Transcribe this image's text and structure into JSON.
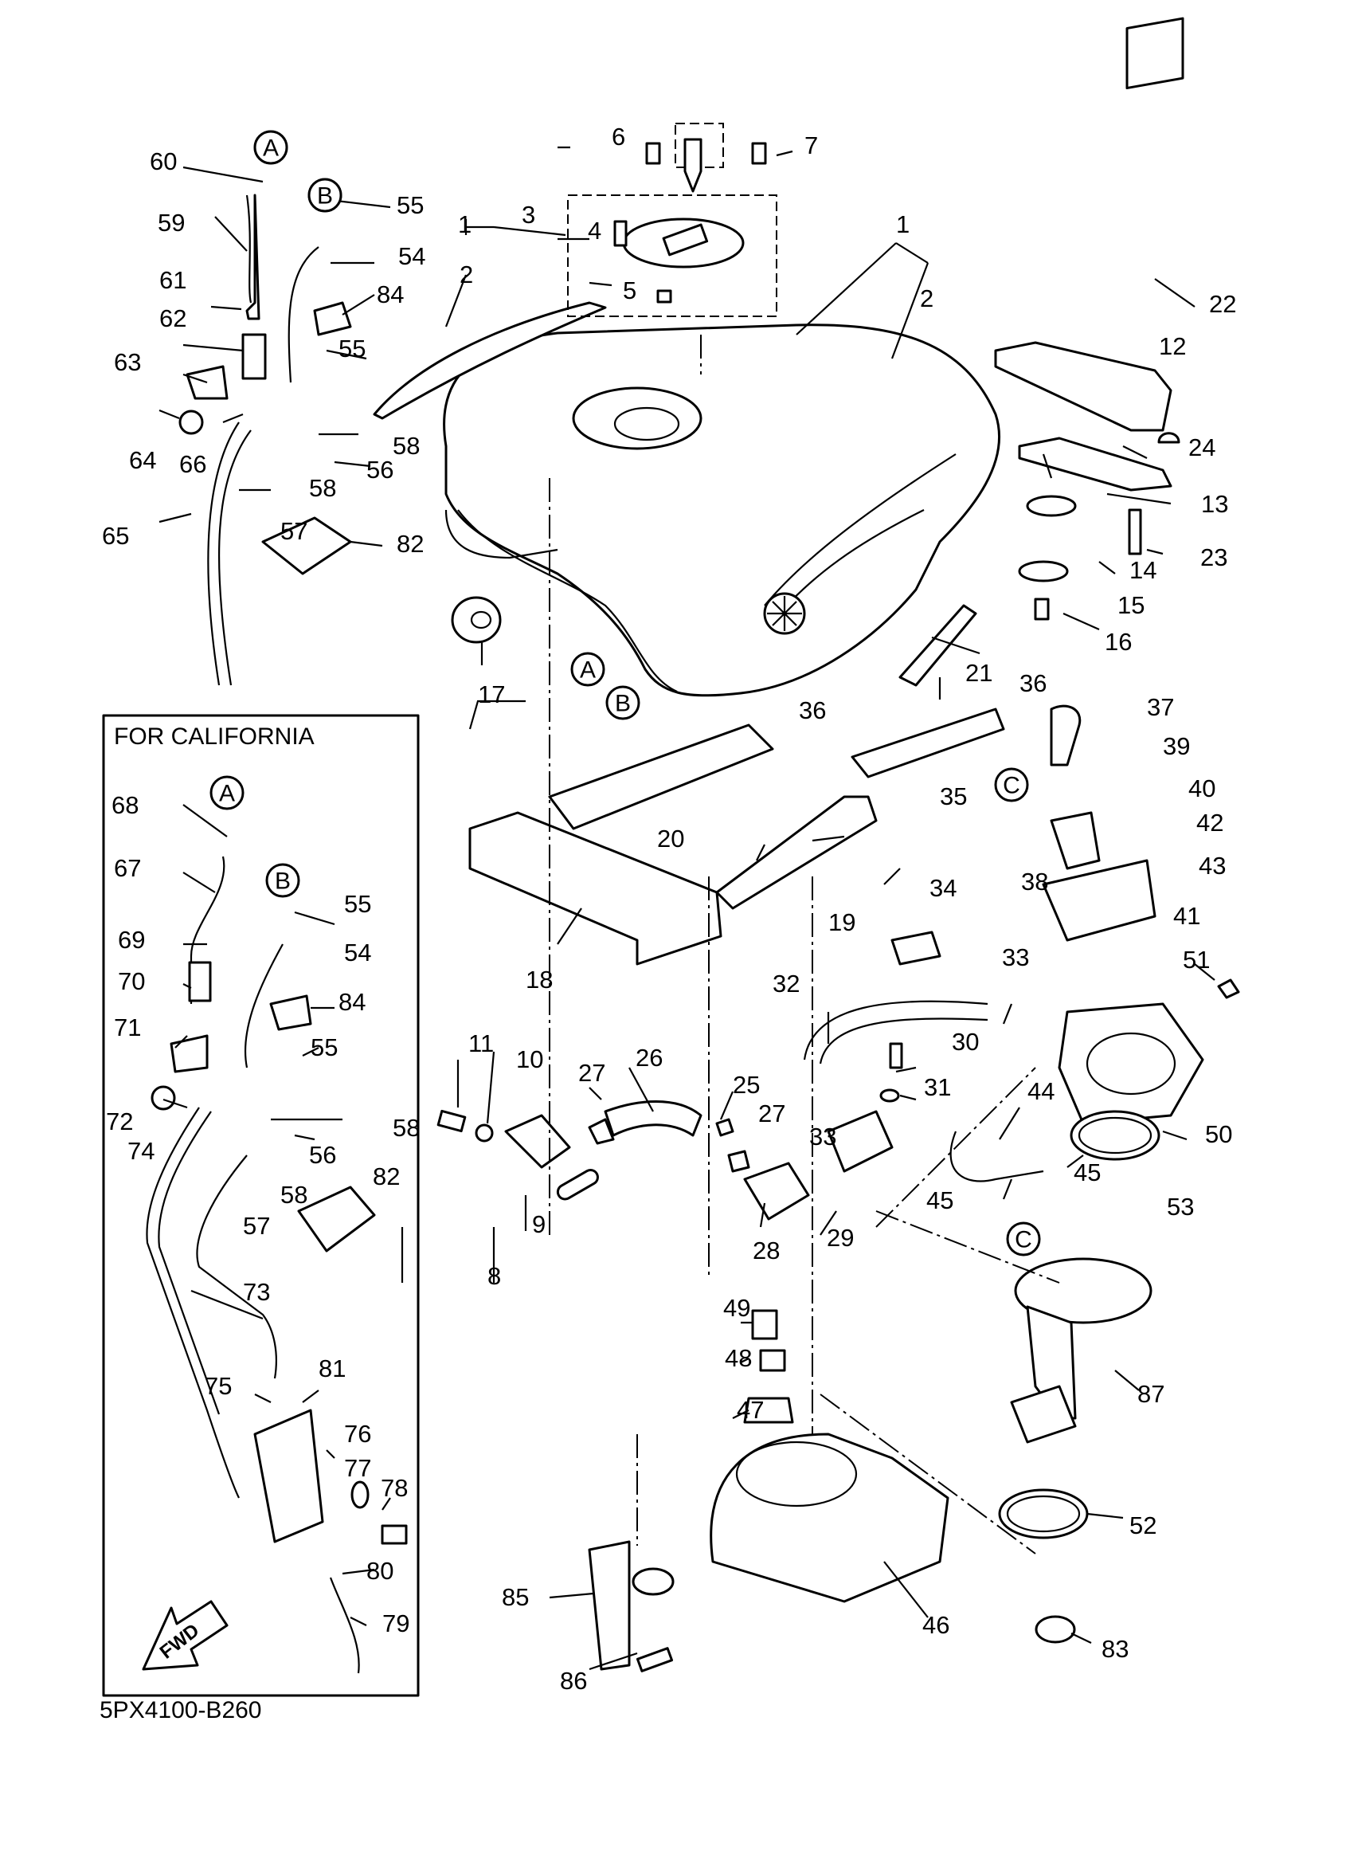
{
  "diagram": {
    "code": "5PX4100-B260",
    "california_label": "FOR CALIFORNIA",
    "fwd_label": "FWD",
    "callout_refs": {
      "a": "A",
      "b": "B",
      "c": "C"
    },
    "part_numbers": [
      "1",
      "2",
      "3",
      "4",
      "5",
      "6",
      "7",
      "8",
      "9",
      "10",
      "11",
      "12",
      "13",
      "14",
      "15",
      "16",
      "17",
      "18",
      "19",
      "20",
      "21",
      "22",
      "23",
      "24",
      "25",
      "26",
      "27",
      "28",
      "29",
      "30",
      "31",
      "32",
      "33",
      "34",
      "35",
      "36",
      "37",
      "38",
      "39",
      "40",
      "41",
      "42",
      "43",
      "44",
      "45",
      "46",
      "47",
      "48",
      "49",
      "50",
      "51",
      "52",
      "53",
      "54",
      "55",
      "56",
      "57",
      "58",
      "59",
      "60",
      "61",
      "62",
      "63",
      "64",
      "65",
      "66",
      "67",
      "68",
      "69",
      "70",
      "71",
      "72",
      "73",
      "74",
      "75",
      "76",
      "77",
      "78",
      "79",
      "80",
      "81",
      "82",
      "83",
      "84",
      "85",
      "86",
      "87"
    ]
  }
}
